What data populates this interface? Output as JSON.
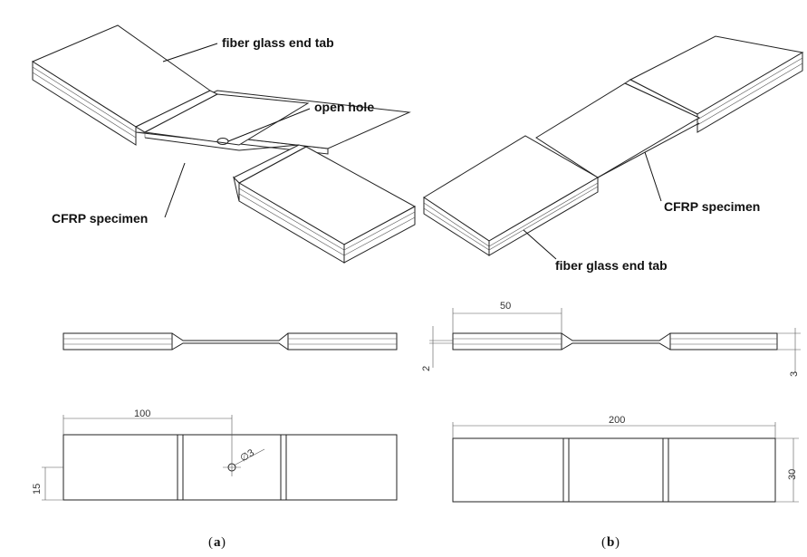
{
  "labels": {
    "a_fiber_glass": "fiber glass end tab",
    "a_open_hole": "open hole",
    "a_cfrp": "CFRP specimen",
    "b_cfrp": "CFRP specimen",
    "b_fiber_glass": "fiber glass end tab"
  },
  "dimensions": {
    "a_length_100": "100",
    "a_width_15": "15",
    "a_hole_dia": "∅3",
    "b_tab_50": "50",
    "b_thick_2": "2",
    "b_thick_3": "3",
    "b_length_200": "200",
    "b_width_30": "30"
  },
  "captions": {
    "a_open": "(",
    "a_letter": "a",
    "a_close": ")",
    "b_open": "(",
    "b_letter": "b",
    "b_close": ")"
  }
}
